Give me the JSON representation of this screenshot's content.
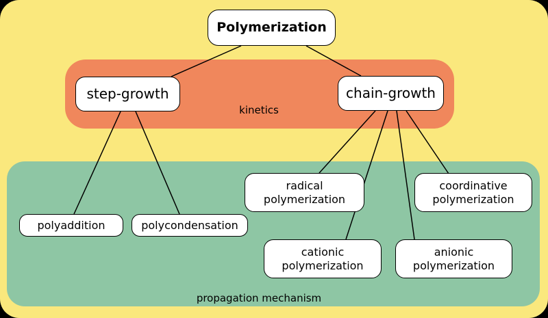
{
  "nodes": {
    "root": {
      "label": "Polymerization"
    },
    "step_growth": {
      "label": "step-growth"
    },
    "chain_growth": {
      "label": "chain-growth"
    },
    "polyaddition": {
      "label": "polyaddition"
    },
    "polycondensation": {
      "label": "polycondensation"
    },
    "radical": {
      "label": "radical polymerization"
    },
    "cationic": {
      "label": "cationic polymerization"
    },
    "anionic": {
      "label": "anionic polymerization"
    },
    "coordinative": {
      "label": "coordinative polymerization"
    }
  },
  "bands": {
    "kinetics": {
      "label": "kinetics",
      "color": "#f0875c"
    },
    "propagation": {
      "label": "propagation mechanism",
      "color": "#8ec6a4"
    }
  },
  "edges": [
    {
      "from": "Polymerization",
      "to": "step-growth"
    },
    {
      "from": "Polymerization",
      "to": "chain-growth"
    },
    {
      "from": "step-growth",
      "to": "polyaddition"
    },
    {
      "from": "step-growth",
      "to": "polycondensation"
    },
    {
      "from": "chain-growth",
      "to": "radical polymerization"
    },
    {
      "from": "chain-growth",
      "to": "cationic polymerization"
    },
    {
      "from": "chain-growth",
      "to": "anionic polymerization"
    },
    {
      "from": "chain-growth",
      "to": "coordinative polymerization"
    }
  ],
  "colors": {
    "outer_background": "#000000",
    "canvas_background": "#fae87d",
    "kinetics_band": "#f0875c",
    "propagation_band": "#8ec6a4",
    "node_fill": "#ffffff",
    "node_border": "#000000",
    "edge_line": "#000000"
  }
}
